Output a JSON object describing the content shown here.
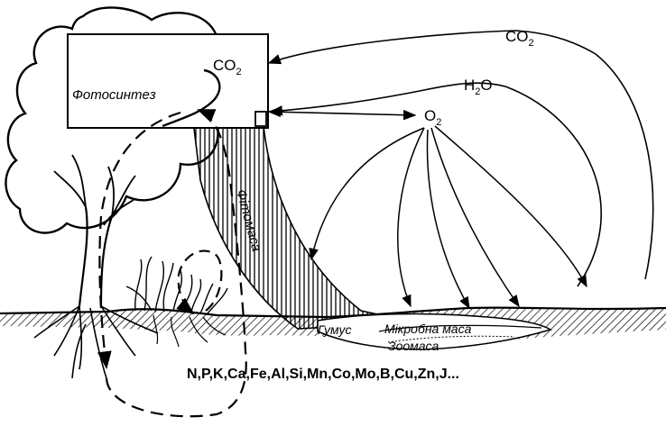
{
  "labels": {
    "photosynthesis": "Фотосинтез",
    "phytomass": "Фітомаса",
    "humus": "Гумус",
    "microbial_mass": "Мікробна маса",
    "zoomass": "Зоомаса",
    "co2_top_base": "CO",
    "co2_top_sub": "2",
    "co2_box_base": "CO",
    "co2_box_sub": "2",
    "h2o_base": "H",
    "h2o_sub": "2",
    "h2o_tail": "O",
    "o2_base": "O",
    "o2_sub": "2",
    "elements": "N,P,K,Ca,Fe,Al,Si,Mn,Co,Mo,B,Cu,Zn,J..."
  }
}
